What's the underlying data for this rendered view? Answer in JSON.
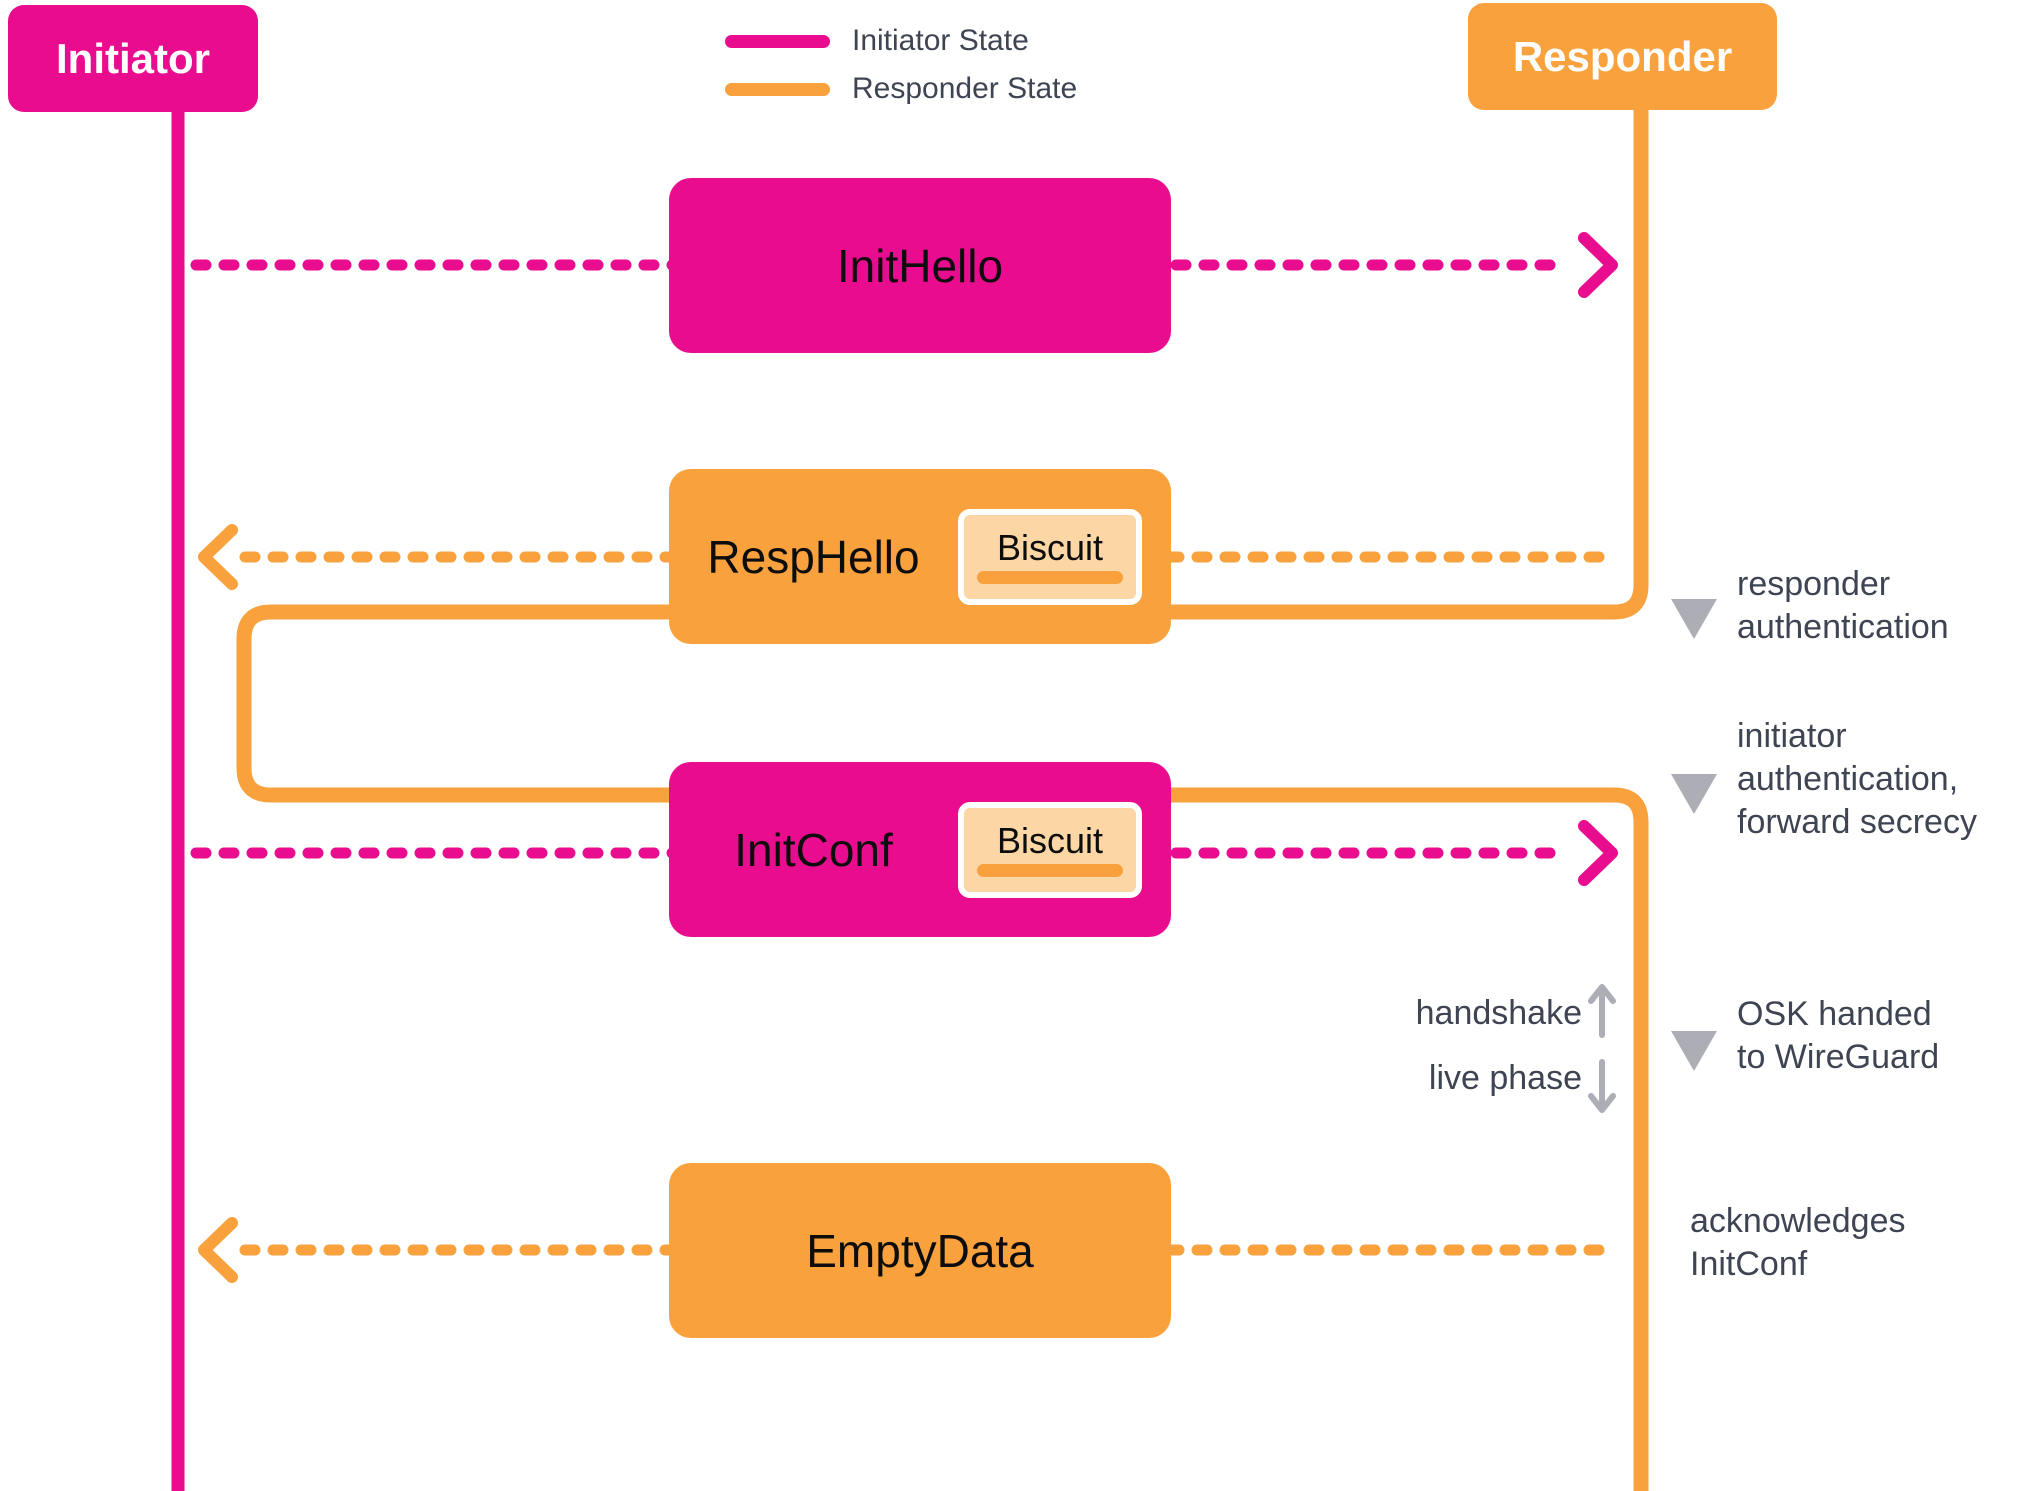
{
  "nodes": {
    "initiator": "Initiator",
    "responder": "Responder"
  },
  "legend": {
    "items": [
      {
        "label": "Initiator State",
        "color": "#EA0C8E"
      },
      {
        "label": "Responder State",
        "color": "#F9A23D"
      }
    ]
  },
  "messages": [
    {
      "label": "InitHello",
      "direction": "initiator-to-responder",
      "color": "#EA0C8E"
    },
    {
      "label": "RespHello",
      "direction": "responder-to-initiator",
      "color": "#F9A23D",
      "biscuit_label": "Biscuit"
    },
    {
      "label": "InitConf",
      "direction": "initiator-to-responder",
      "color": "#EA0C8E",
      "biscuit_label": "Biscuit"
    },
    {
      "label": "EmptyData",
      "direction": "responder-to-initiator",
      "color": "#F9A23D"
    }
  ],
  "annotations": [
    {
      "text": "responder\nauthentication"
    },
    {
      "text": "initiator\nauthentication,\nforward secrecy"
    },
    {
      "text": "OSK handed\nto WireGuard"
    },
    {
      "text": "acknowledges\nInitConf"
    }
  ],
  "phase": {
    "handshake_label": "handshake",
    "live_label": "live phase"
  },
  "colors": {
    "initiator_pink": "#EA0C8E",
    "responder_orange": "#F9A23D",
    "biscuit_fill": "#FCD6A4",
    "annotation_text": "#3E4452",
    "marker_gray": "#ACADB5"
  }
}
